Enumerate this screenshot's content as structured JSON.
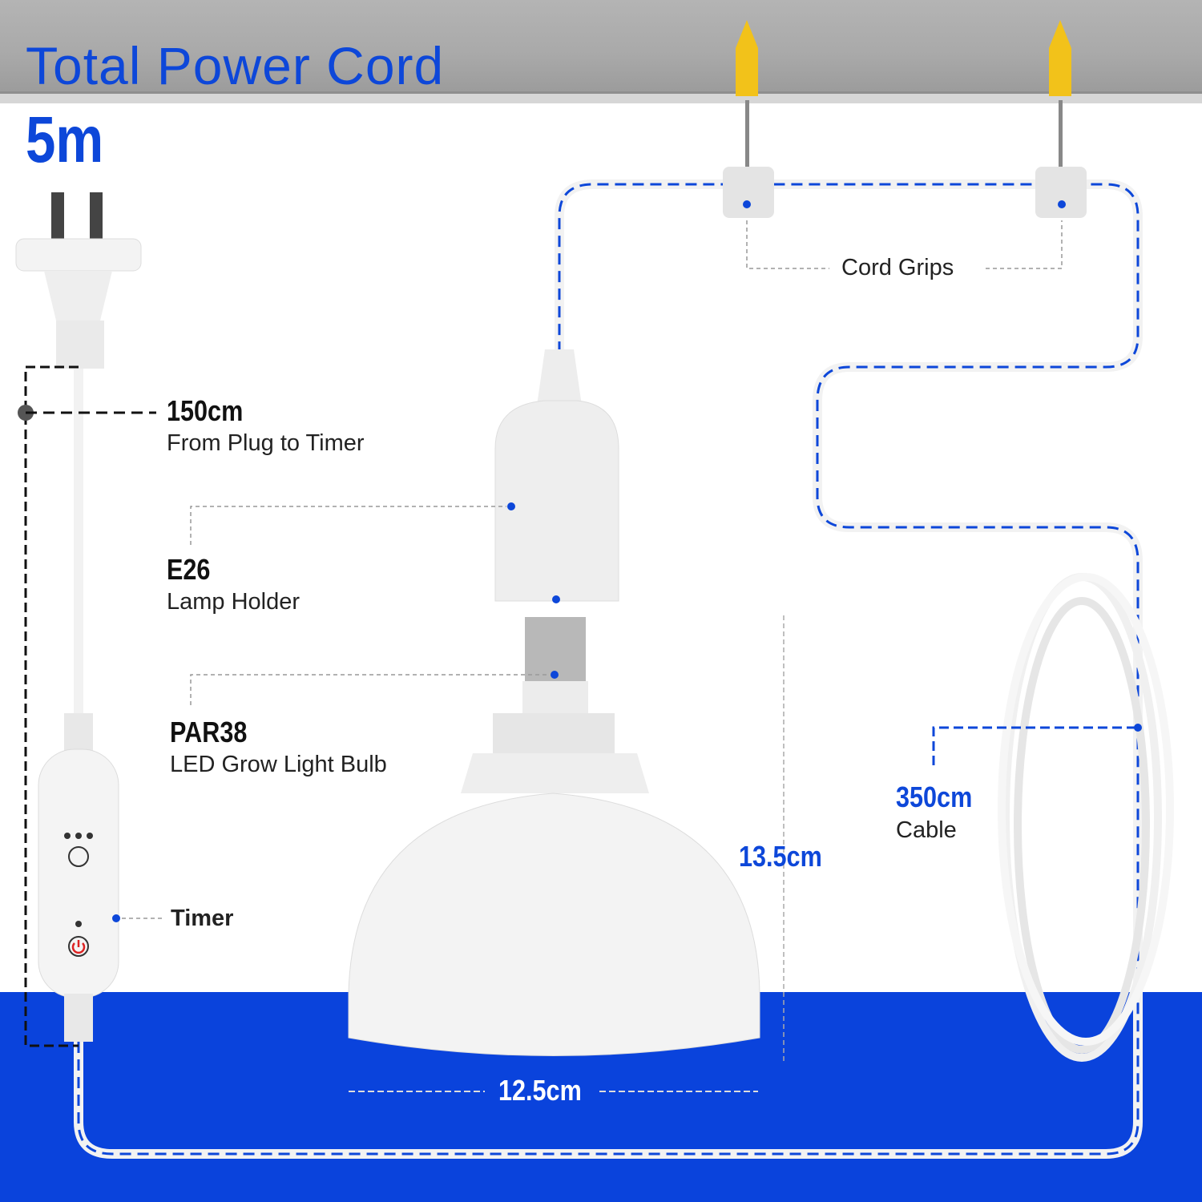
{
  "header": {
    "title": "Total Power Cord",
    "total_length": "5m"
  },
  "labels": {
    "plug_to_timer": {
      "value": "150cm",
      "text": "From Plug to Timer"
    },
    "lamp_holder": {
      "value": "E26",
      "text": "Lamp Holder"
    },
    "bulb": {
      "value": "PAR38",
      "text": "LED Grow Light Bulb"
    },
    "timer": {
      "text": "Timer"
    },
    "cord_grips": {
      "text": "Cord Grips"
    },
    "cable": {
      "value": "350cm",
      "text": "Cable"
    },
    "height": {
      "value": "13.5cm"
    },
    "width": {
      "value": "12.5cm"
    }
  },
  "colors": {
    "accent": "#0d47d9",
    "floor": "#0a43dc",
    "ceiling": "#aaaaaa",
    "anchor": "#f2c21a"
  }
}
